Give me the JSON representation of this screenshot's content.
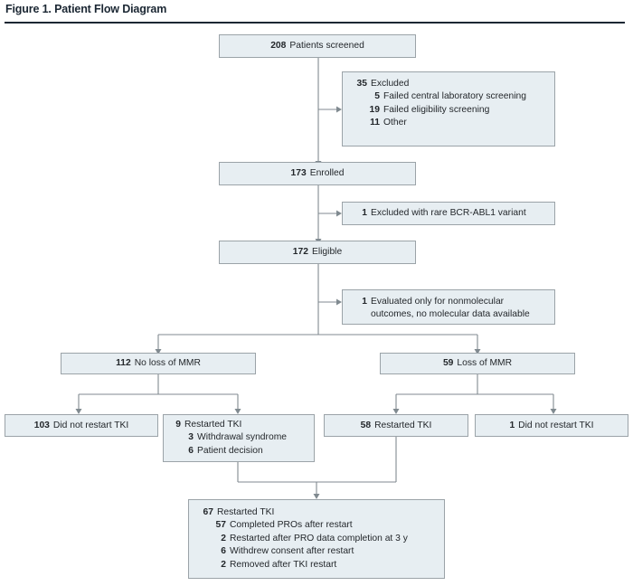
{
  "figure": {
    "title": "Figure 1. Patient Flow Diagram",
    "rule_color": "#1b2733"
  },
  "theme": {
    "box_fill": "#e7eef2",
    "box_border": "#9ba3a8",
    "connector": "#808a90",
    "text": "#23272b"
  },
  "nodes": {
    "screened": {
      "num": "208",
      "label": "Patients screened"
    },
    "excluded": {
      "rows": [
        {
          "num": "35",
          "label": "Excluded"
        },
        {
          "num": "5",
          "label": "Failed central laboratory screening"
        },
        {
          "num": "19",
          "label": "Failed eligibility screening"
        },
        {
          "num": "11",
          "label": "Other"
        }
      ]
    },
    "enrolled": {
      "num": "173",
      "label": "Enrolled"
    },
    "excluded_variant": {
      "num": "1",
      "label": "Excluded with rare BCR-ABL1 variant"
    },
    "eligible": {
      "num": "172",
      "label": "Eligible"
    },
    "nonmolecular": {
      "num": "1",
      "label_line1": "Evaluated only for nonmolecular",
      "label_line2": "outcomes, no molecular data available"
    },
    "no_loss_mmr": {
      "num": "112",
      "label": "No loss of MMR"
    },
    "loss_mmr": {
      "num": "59",
      "label": "Loss of MMR"
    },
    "did_not_restart_left": {
      "num": "103",
      "label": "Did not restart TKI"
    },
    "restarted_9": {
      "rows": [
        {
          "num": "9",
          "label": "Restarted TKI"
        },
        {
          "num": "3",
          "label": "Withdrawal syndrome"
        },
        {
          "num": "6",
          "label": "Patient decision"
        }
      ]
    },
    "restarted_58": {
      "num": "58",
      "label": "Restarted TKI"
    },
    "did_not_restart_right": {
      "num": "1",
      "label": "Did not restart TKI"
    },
    "restarted_67": {
      "rows": [
        {
          "num": "67",
          "label": "Restarted TKI"
        },
        {
          "num": "57",
          "label": "Completed PROs after restart"
        },
        {
          "num": "2",
          "label": "Restarted after PRO data completion at 3 y"
        },
        {
          "num": "6",
          "label": "Withdrew consent after restart"
        },
        {
          "num": "2",
          "label": "Removed after TKI restart"
        }
      ]
    }
  }
}
